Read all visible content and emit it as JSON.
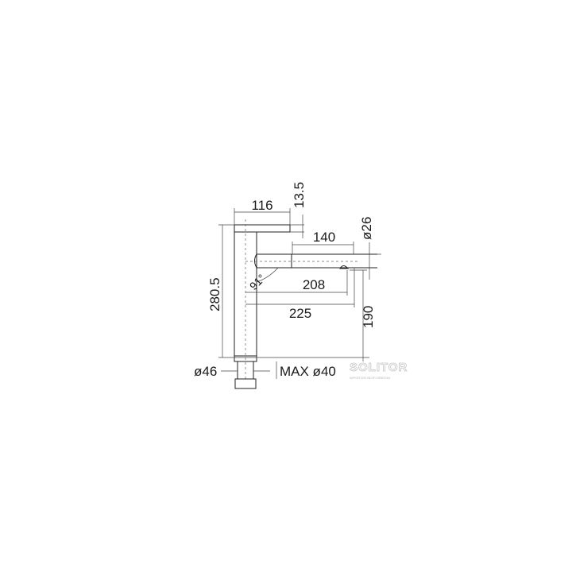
{
  "dimensions": {
    "top_width": "116",
    "cap_height": "13.5",
    "spout_diameter": "ø26",
    "spout_extension": "140",
    "angle": "91°",
    "reach_aerator": "208",
    "reach_total": "225",
    "spout_height": "190",
    "total_height": "280.5",
    "base_diameter": "ø46",
    "hole_diameter": "MAX ø40"
  },
  "watermark": {
    "brand": "SOLITOR",
    "tagline": "IMPORTER BEZPOŚREDNI"
  }
}
